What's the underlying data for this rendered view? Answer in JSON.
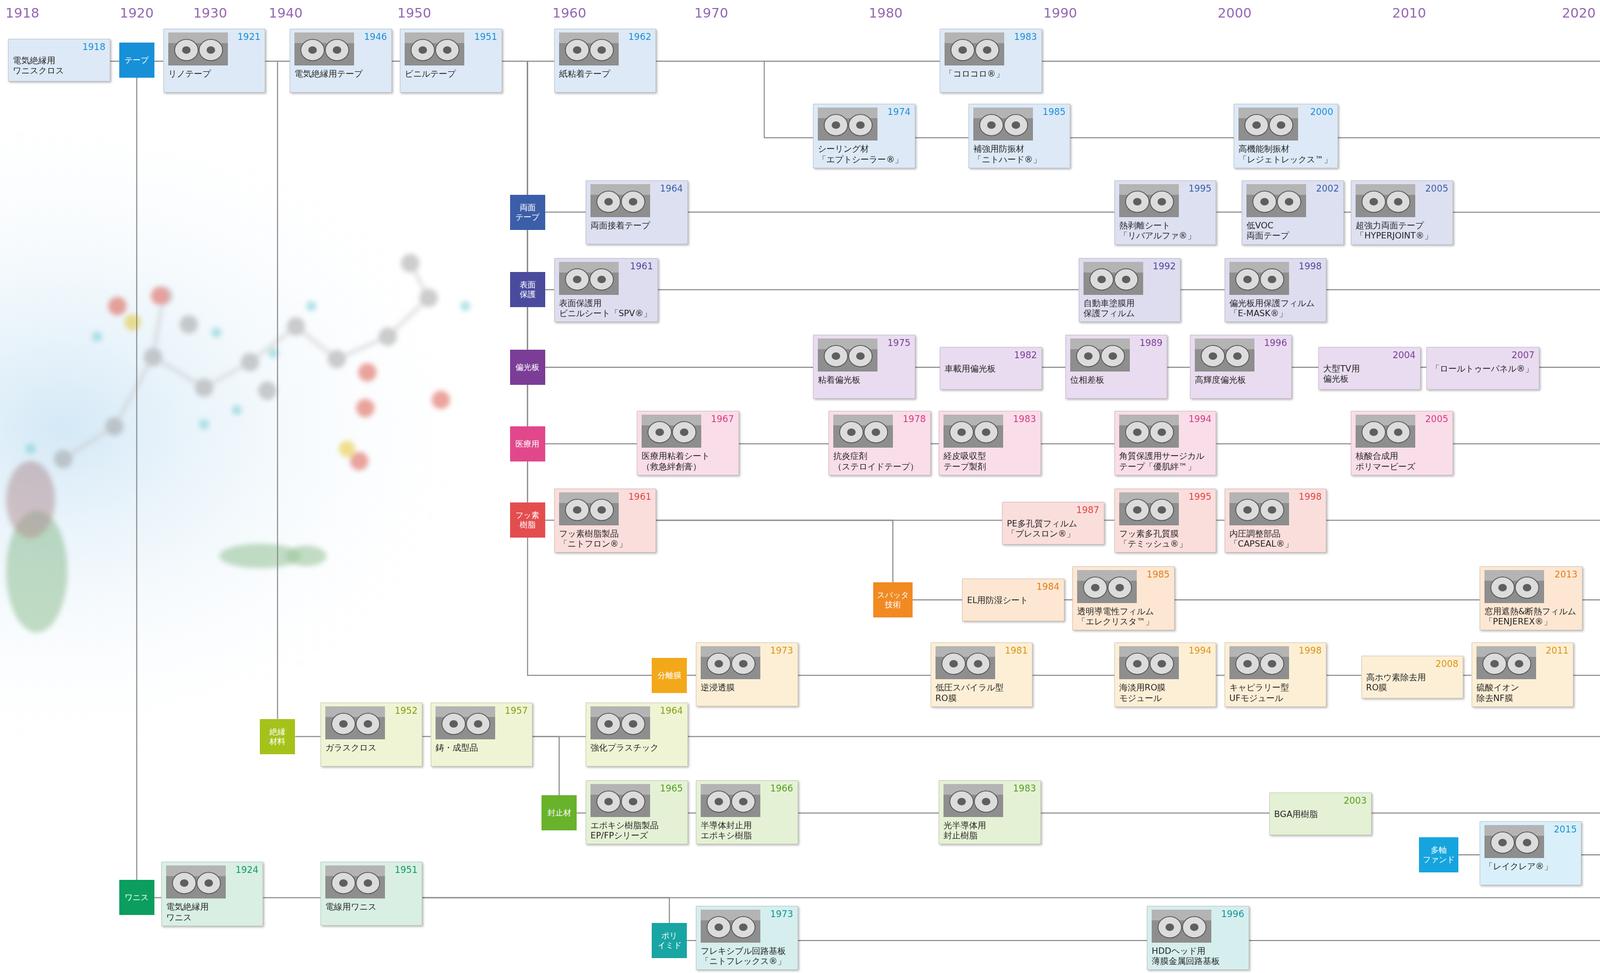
{
  "diagram": {
    "nodes": [
      {
        "text": [
          "1918",
          "電気絶縁用 ワニスクロス"
        ]
      },
      {
        "text": [
          "テープ"
        ]
      },
      {
        "text": [
          "1921",
          "リノテープ"
        ]
      },
      {
        "text": [
          "1946",
          "電気絶縁用テープ"
        ]
      },
      {
        "text": [
          "1951",
          "ビニルテープ"
        ]
      },
      {
        "text": [
          "1962",
          "紙粘着テープ"
        ]
      },
      {
        "text": [
          "1983",
          "「コロコロ®」"
        ]
      },
      {
        "text": [
          "1974",
          "シーリング材 「エプトシーラー®」"
        ]
      },
      {
        "text": [
          "1985",
          "補強用防振材 「ニトハード®」"
        ]
      },
      {
        "text": [
          "2000",
          "高機能制振材 「レジェトレックス™」"
        ]
      },
      {
        "text": [
          "両面 テープ"
        ]
      },
      {
        "text": [
          "1964",
          "両面接着テープ"
        ]
      },
      {
        "text": [
          "1995",
          "熱剥離シート 「リバアルファ®」"
        ]
      },
      {
        "text": [
          "2002",
          "低VOC 両面テープ"
        ]
      },
      {
        "text": [
          "2005",
          "超強力両面テープ 「HYPERJOINT®」"
        ]
      },
      {
        "text": [
          "表面 保護"
        ]
      },
      {
        "text": [
          "1961",
          "表面保護用 ビニルシート「SPV®」"
        ]
      },
      {
        "text": [
          "1992",
          "自動車塗膜用 保護フィルム"
        ]
      },
      {
        "text": [
          "1998",
          "偏光板用保護フィルム 「E-MASK®」"
        ]
      },
      {
        "text": [
          "偏光板"
        ]
      },
      {
        "text": [
          "1975",
          "粘着偏光板"
        ]
      },
      {
        "text": [
          "1982",
          "車載用偏光板"
        ]
      },
      {
        "text": [
          "1989",
          "位相差板"
        ]
      },
      {
        "text": [
          "1996",
          "高輝度偏光板"
        ]
      },
      {
        "text": [
          "2004",
          "大型TV用 偏光板"
        ]
      },
      {
        "text": [
          "2007",
          "「ロールトゥーパネル®」"
        ]
      },
      {
        "text": [
          "医療用"
        ]
      },
      {
        "text": [
          "1967",
          "医療用粘着シート （救急絆創膏）"
        ]
      },
      {
        "text": [
          "1978",
          "抗炎症剤 （ステロイドテープ）"
        ]
      },
      {
        "text": [
          "1983",
          "経皮吸収型 テープ製剤"
        ]
      },
      {
        "text": [
          "1994",
          "角質保護用サージカル テープ「優肌絆™」"
        ]
      },
      {
        "text": [
          "2005",
          "核酸合成用 ポリマービーズ"
        ]
      },
      {
        "text": [
          "フッ素 樹脂"
        ]
      },
      {
        "text": [
          "1961",
          "フッ素樹脂製品 「ニトフロン®」"
        ]
      },
      {
        "text": [
          "1987",
          "PE多孔質フィルム 「ブレスロン®」"
        ]
      },
      {
        "text": [
          "1995",
          "フッ素多孔質膜 「テミッシュ®」"
        ]
      },
      {
        "text": [
          "1998",
          "内圧調整部品 「CAPSEAL®」"
        ]
      },
      {
        "text": [
          "スパッタ 技術"
        ]
      },
      {
        "text": [
          "1984",
          "EL用防湿シート"
        ]
      },
      {
        "text": [
          "1985",
          "透明導電性フィルム 「エレクリスタ™」"
        ]
      },
      {
        "text": [
          "2013",
          "窓用遮熱&断熱フィルム 「PENJEREX®」"
        ]
      },
      {
        "text": [
          "分離膜"
        ]
      },
      {
        "text": [
          "1973",
          "逆浸透膜"
        ]
      },
      {
        "text": [
          "1981",
          "低圧スパイラル型 RO膜"
        ]
      },
      {
        "text": [
          "1994",
          "海淡用RO膜 モジュール"
        ]
      },
      {
        "text": [
          "1998",
          "キャピラリー型 UFモジュール"
        ]
      },
      {
        "text": [
          "2008",
          "高ホウ素除去用 RO膜"
        ]
      },
      {
        "text": [
          "2011",
          "硫酸イオン 除去NF膜"
        ]
      },
      {
        "text": [
          "絶縁 材料"
        ]
      },
      {
        "text": [
          "1952",
          "ガラスクロス"
        ]
      },
      {
        "text": [
          "1957",
          "鋳・成型品"
        ]
      },
      {
        "text": [
          "1964",
          "強化プラスチック"
        ]
      },
      {
        "text": [
          "封止材"
        ]
      },
      {
        "text": [
          "1965",
          "エポキシ樹脂製品 EP/FPシリーズ"
        ]
      },
      {
        "text": [
          "1966",
          "半導体封止用 エポキシ樹脂"
        ]
      },
      {
        "text": [
          "1983",
          "光半導体用 封止樹脂"
        ]
      },
      {
        "text": [
          "2003",
          "BGA用樹脂"
        ]
      },
      {
        "text": [
          "多軸 ファンド"
        ]
      },
      {
        "text": [
          "2015",
          "「レイクレア®」"
        ]
      },
      {
        "text": [
          "ワニス"
        ]
      },
      {
        "text": [
          "1924",
          "電気絶縁用 ワニス"
        ]
      },
      {
        "text": [
          "1951",
          "電線用ワニス"
        ]
      },
      {
        "text": [
          "ポリ イミド"
        ]
      },
      {
        "text": [
          "1973",
          "フレキシブル回路基板 「ニトフレックス®」"
        ]
      },
      {
        "text": [
          "1996",
          "HDDヘッド用 薄膜金属回路基板"
        ]
      }
    ],
    "edges": [
      {
        "from": 0,
        "to": 1,
        "arrow": "none"
      },
      {
        "from": 1,
        "to": 2,
        "arrow": "none"
      },
      {
        "from": 2,
        "to": 3,
        "arrow": "none"
      },
      {
        "from": 3,
        "to": 4,
        "arrow": "none"
      },
      {
        "from": 4,
        "to": 5,
        "arrow": "none"
      },
      {
        "from": 5,
        "to": 6,
        "arrow": "none"
      },
      {
        "from": 5,
        "to": 7,
        "arrow": "none"
      },
      {
        "from": 7,
        "to": 8,
        "arrow": "none"
      },
      {
        "from": 8,
        "to": 9,
        "arrow": "none"
      },
      {
        "from": 4,
        "to": 10,
        "arrow": "none"
      },
      {
        "from": 10,
        "to": 11,
        "arrow": "none"
      },
      {
        "from": 11,
        "to": 12,
        "arrow": "none"
      },
      {
        "from": 12,
        "to": 13,
        "arrow": "none"
      },
      {
        "from": 13,
        "to": 14,
        "arrow": "none"
      },
      {
        "from": 4,
        "to": 15,
        "arrow": "none"
      },
      {
        "from": 15,
        "to": 16,
        "arrow": "none"
      },
      {
        "from": 16,
        "to": 17,
        "arrow": "none"
      },
      {
        "from": 17,
        "to": 18,
        "arrow": "none"
      },
      {
        "from": 4,
        "to": 19,
        "arrow": "none"
      },
      {
        "from": 19,
        "to": 20,
        "arrow": "none"
      },
      {
        "from": 20,
        "to": 21,
        "arrow": "none"
      },
      {
        "from": 21,
        "to": 22,
        "arrow": "none"
      },
      {
        "from": 22,
        "to": 23,
        "arrow": "none"
      },
      {
        "from": 23,
        "to": 24,
        "arrow": "none"
      },
      {
        "from": 24,
        "to": 25,
        "arrow": "none"
      },
      {
        "from": 4,
        "to": 26,
        "arrow": "none"
      },
      {
        "from": 26,
        "to": 27,
        "arrow": "none"
      },
      {
        "from": 27,
        "to": 28,
        "arrow": "none"
      },
      {
        "from": 28,
        "to": 29,
        "arrow": "none"
      },
      {
        "from": 29,
        "to": 30,
        "arrow": "none"
      },
      {
        "from": 30,
        "to": 31,
        "arrow": "none"
      },
      {
        "from": 4,
        "to": 32,
        "arrow": "none"
      },
      {
        "from": 32,
        "to": 33,
        "arrow": "none"
      },
      {
        "from": 33,
        "to": 34,
        "arrow": "none"
      },
      {
        "from": 34,
        "to": 35,
        "arrow": "none"
      },
      {
        "from": 35,
        "to": 36,
        "arrow": "none"
      },
      {
        "from": 33,
        "to": 37,
        "arrow": "none"
      },
      {
        "from": 37,
        "to": 38,
        "arrow": "none"
      },
      {
        "from": 38,
        "to": 39,
        "arrow": "none"
      },
      {
        "from": 39,
        "to": 40,
        "arrow": "none"
      },
      {
        "from": 4,
        "to": 41,
        "arrow": "none"
      },
      {
        "from": 41,
        "to": 42,
        "arrow": "none"
      },
      {
        "from": 42,
        "to": 43,
        "arrow": "none"
      },
      {
        "from": 43,
        "to": 44,
        "arrow": "none"
      },
      {
        "from": 44,
        "to": 45,
        "arrow": "none"
      },
      {
        "from": 45,
        "to": 46,
        "arrow": "none"
      },
      {
        "from": 46,
        "to": 47,
        "arrow": "none"
      },
      {
        "from": 2,
        "to": 48,
        "arrow": "none"
      },
      {
        "from": 48,
        "to": 49,
        "arrow": "none"
      },
      {
        "from": 49,
        "to": 50,
        "arrow": "none"
      },
      {
        "from": 50,
        "to": 51,
        "arrow": "none"
      },
      {
        "from": 50,
        "to": 52,
        "arrow": "none"
      },
      {
        "from": 52,
        "to": 53,
        "arrow": "none"
      },
      {
        "from": 53,
        "to": 54,
        "arrow": "none"
      },
      {
        "from": 54,
        "to": 55,
        "arrow": "none"
      },
      {
        "from": 55,
        "to": 56,
        "arrow": "none"
      },
      {
        "from": 57,
        "to": 58,
        "arrow": "none"
      },
      {
        "from": 1,
        "to": 59,
        "arrow": "none"
      },
      {
        "from": 59,
        "to": 60,
        "arrow": "none"
      },
      {
        "from": 60,
        "to": 61,
        "arrow": "none"
      },
      {
        "from": 61,
        "to": 62,
        "arrow": "none"
      },
      {
        "from": 62,
        "to": 63,
        "arrow": "none"
      },
      {
        "from": 63,
        "to": 64,
        "arrow": "none"
      }
    ],
    "labels": [
      "1918",
      "1920",
      "1930",
      "1940",
      "1950",
      "1960",
      "1970",
      "1980",
      "1990",
      "2000",
      "2010",
      "2020"
    ]
  }
}
